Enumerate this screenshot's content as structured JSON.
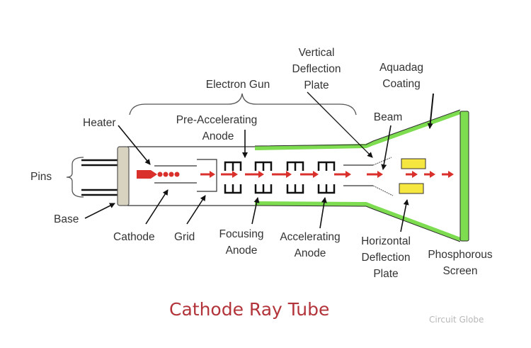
{
  "title": "Cathode Ray Tube",
  "watermark": "Circuit Globe",
  "labels": {
    "heater": "Heater",
    "pins": "Pins",
    "base": "Base",
    "cathode": "Cathode",
    "grid": "Grid",
    "focusing_anode": [
      "Focusing",
      "Anode"
    ],
    "accelerating_anode": [
      "Accelerating",
      "Anode"
    ],
    "pre_accelerating_anode": [
      "Pre-Accelerating",
      "Anode"
    ],
    "electron_gun": "Electron Gun",
    "vertical_deflection_plate": [
      "Vertical",
      "Deflection",
      "Plate"
    ],
    "aquadag_coating": [
      "Aquadag",
      "Coating"
    ],
    "beam": "Beam",
    "horizontal_deflection_plate": [
      "Horizontal",
      "Deflection",
      "Plate"
    ],
    "phosphorous_screen": [
      "Phosphorous",
      "Screen"
    ]
  },
  "colors": {
    "beam_red": "#d9302c",
    "aquadag_green": "#7ddc4f",
    "plate_yellow": "#f5e640",
    "base_beige": "#d8d3c0",
    "title_red": "#b2343a"
  }
}
